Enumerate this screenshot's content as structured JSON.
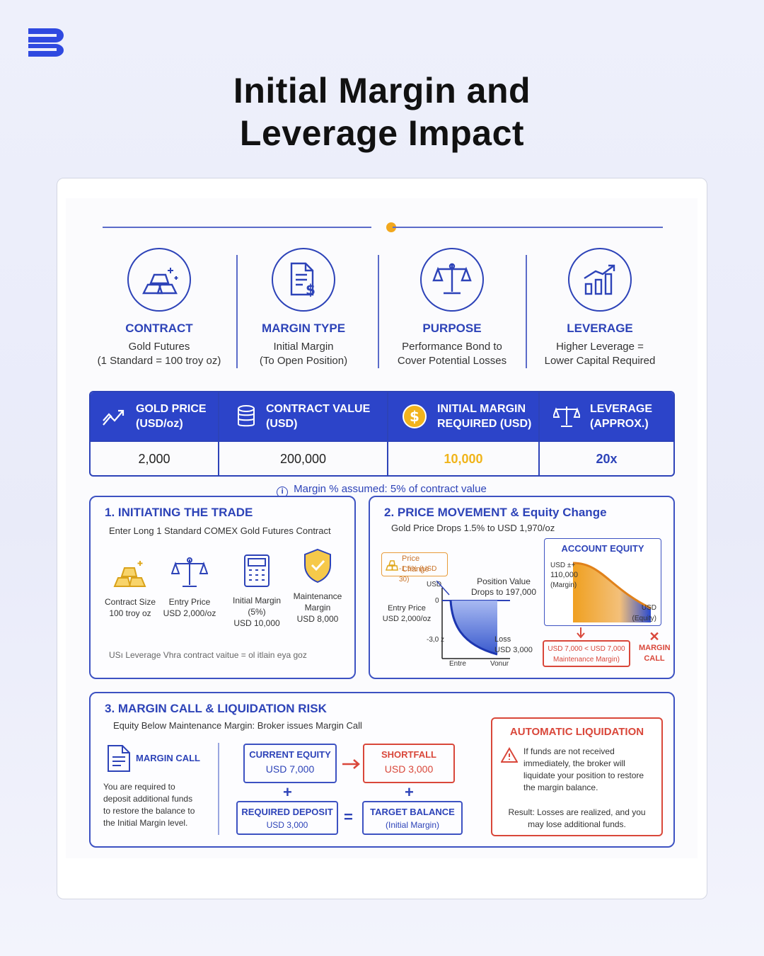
{
  "header": {
    "title_line1": "Initial Margin and",
    "title_line2": "Leverage Impact"
  },
  "features": [
    {
      "title": "CONTRACT",
      "line1": "Gold Futures",
      "line2": "(1 Standard = 100 troy oz)",
      "icon": "gold-bars-icon"
    },
    {
      "title": "MARGIN TYPE",
      "line1": "Initial Margin",
      "line2": "(To Open Position)",
      "icon": "document-dollar-icon"
    },
    {
      "title": "PURPOSE",
      "line1": "Performance Bond to",
      "line2": "Cover Potential Losses",
      "icon": "scales-icon"
    },
    {
      "title": "LEVERAGE",
      "line1": "Higher Leverage =",
      "line2": "Lower Capital Required",
      "icon": "bar-chart-icon"
    }
  ],
  "table": {
    "headers": [
      {
        "line1": "GOLD PRICE",
        "line2": "(USD/oz)",
        "icon": "trend-up-icon"
      },
      {
        "line1": "CONTRACT VALUE",
        "line2": "(USD)",
        "icon": "coins-icon"
      },
      {
        "line1": "INITIAL MARGIN",
        "line2": "REQUIRED (USD)",
        "icon": "dollar-coin-icon"
      },
      {
        "line1": "LEVERAGE",
        "line2": "(APPROX.)",
        "icon": "scales-icon"
      }
    ],
    "values": [
      "2,000",
      "200,000",
      "10,000",
      "20x"
    ],
    "highlight_color": "#f0b41a",
    "accent_color": "#2c44c9"
  },
  "note": "Margin % assumed: 5% of contract value",
  "section1": {
    "title": "1. INITIATING THE TRADE",
    "subtitle": "Enter Long 1 Standard COMEX Gold Futures Contract",
    "items": [
      {
        "l1": "Contract Size",
        "l2": "100 troy oz",
        "l3": ""
      },
      {
        "l1": "Entry Price",
        "l2": "USD 2,000/oz",
        "l3": ""
      },
      {
        "l1": "Initial Margin",
        "l2": "(5%)",
        "l3": "USD 10,000"
      },
      {
        "l1": "Maintenance",
        "l2": "Margin",
        "l3": "USD 8,000"
      }
    ],
    "footer": "USı  Leverage Vhra contract vaitue  = ol itlain eya goz"
  },
  "section2": {
    "title": "2. PRICE MOVEMENT & Equity Change",
    "subtitle": "Gold Price Drops 1.5% to USD 1,970/oz",
    "price_change_l1": "Price Change",
    "price_change_l2": "-1.5% (USD 30)",
    "usd_label": "USD",
    "position_value_l1": "Position Value",
    "position_value_l2": "Drops to 197,000",
    "entry_price_l1": "Entry Price",
    "entry_price_l2": "USD 2,000/oz",
    "tick_zero": "0",
    "tick_minus": "-3,0 z",
    "loss_l1": "Loss",
    "loss_l2": "USD 3,000",
    "x_entre": "Entre",
    "x_vorur": "Vonur",
    "equity_title": "ACCOUNT EQUITY",
    "equity_usd": "USD ±+",
    "equity_start": "110,000",
    "equity_start_note": "(Margin)",
    "equity_end_l1": "USD",
    "equity_end_l2": "(Equity)",
    "comparison_l1": "USD 7,000 < USD 7,000",
    "comparison_l2": "Maintenance Margin)",
    "margin_call_l1": "MARGIN",
    "margin_call_l2": "CALL"
  },
  "section3": {
    "title": "3. MARGIN CALL & LIQUIDATION RISK",
    "subtitle": "Equity Below Maintenance Margin: Broker issues Margin Call",
    "margin_call_title": "MARGIN CALL",
    "margin_call_text": [
      "You are required to",
      "deposit additional funds",
      "to restore the balance to",
      "the Initial Margin level."
    ],
    "current_equity_label": "CURRENT EQUITY",
    "current_equity_value": "USD 7,000",
    "shortfall_label": "SHORTFALL",
    "shortfall_value": "USD 3,000",
    "required_deposit_label": "REQUIRED DEPOSIT",
    "required_deposit_value": "USD 3,000",
    "target_balance_label": "TARGET BALANCE",
    "target_balance_value": "(Initial Margin)",
    "plus": "+",
    "equals": "=",
    "liquidation_title": "AUTOMATIC LIQUIDATION",
    "liquidation_text": [
      "If funds are not received",
      "immediately, the broker will",
      "liquidate your position to restore",
      "the margin balance."
    ],
    "result_text": [
      "Result: Losses are realized, and you",
      "may lose additional funds."
    ]
  }
}
